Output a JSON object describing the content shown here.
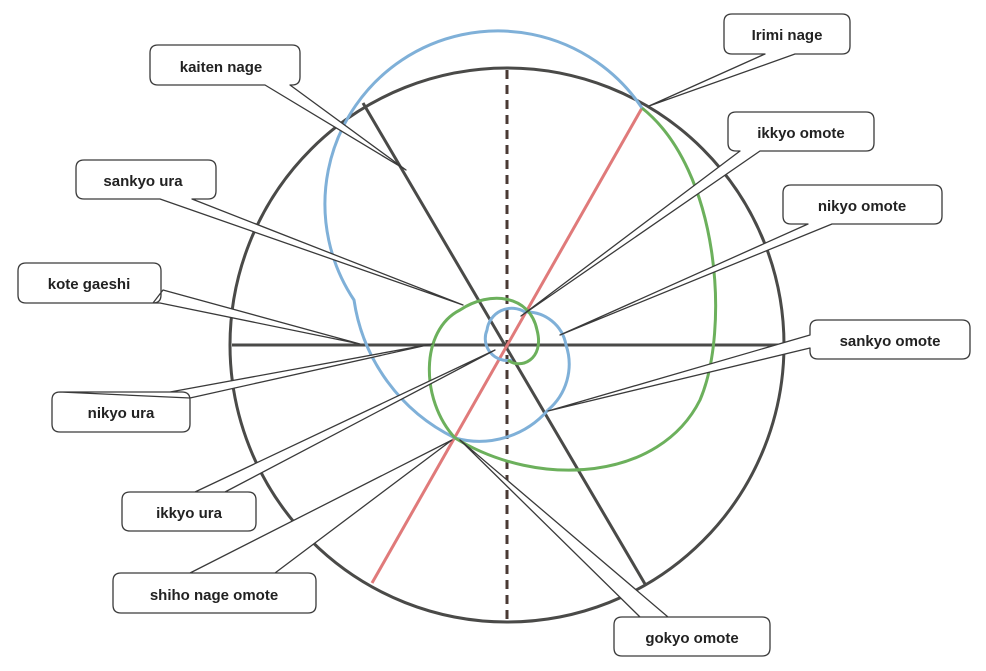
{
  "labels": {
    "irimi_nage": "Irimi nage",
    "kaiten_nage": "kaiten nage",
    "ikkyo_omote": "ikkyo omote",
    "sankyo_ura": "sankyo ura",
    "nikyo_omote": "nikyo omote",
    "kote_gaeshi": "kote gaeshi",
    "sankyo_omote": "sankyo omote",
    "nikyo_ura": "nikyo ura",
    "ikkyo_ura": "ikkyo ura",
    "shiho_nage_omote": "shiho nage omote",
    "gokyo_omote": "gokyo omote"
  },
  "colors": {
    "outline": "#4a4a48",
    "blue_path": "#7fb0d8",
    "green_path": "#6cb05c",
    "red_line": "#e07a7a",
    "dashed_axis": "#4a3a34",
    "callout_border": "#3a3a3a",
    "callout_text": "#222222"
  }
}
